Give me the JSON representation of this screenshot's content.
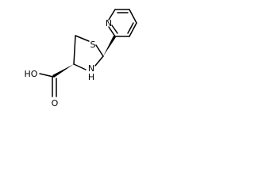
{
  "molecule": {
    "atom_labels": {
      "sulfur": "S",
      "nitrogen_ring_nh": "N",
      "nitrogen_ring_h": "H",
      "nitrogen_pyridine": "N",
      "oxygen_carbonyl": "O",
      "oxygen_hydroxyl": "HO"
    }
  },
  "colors": {
    "ink": "#000000",
    "background": "#ffffff"
  }
}
